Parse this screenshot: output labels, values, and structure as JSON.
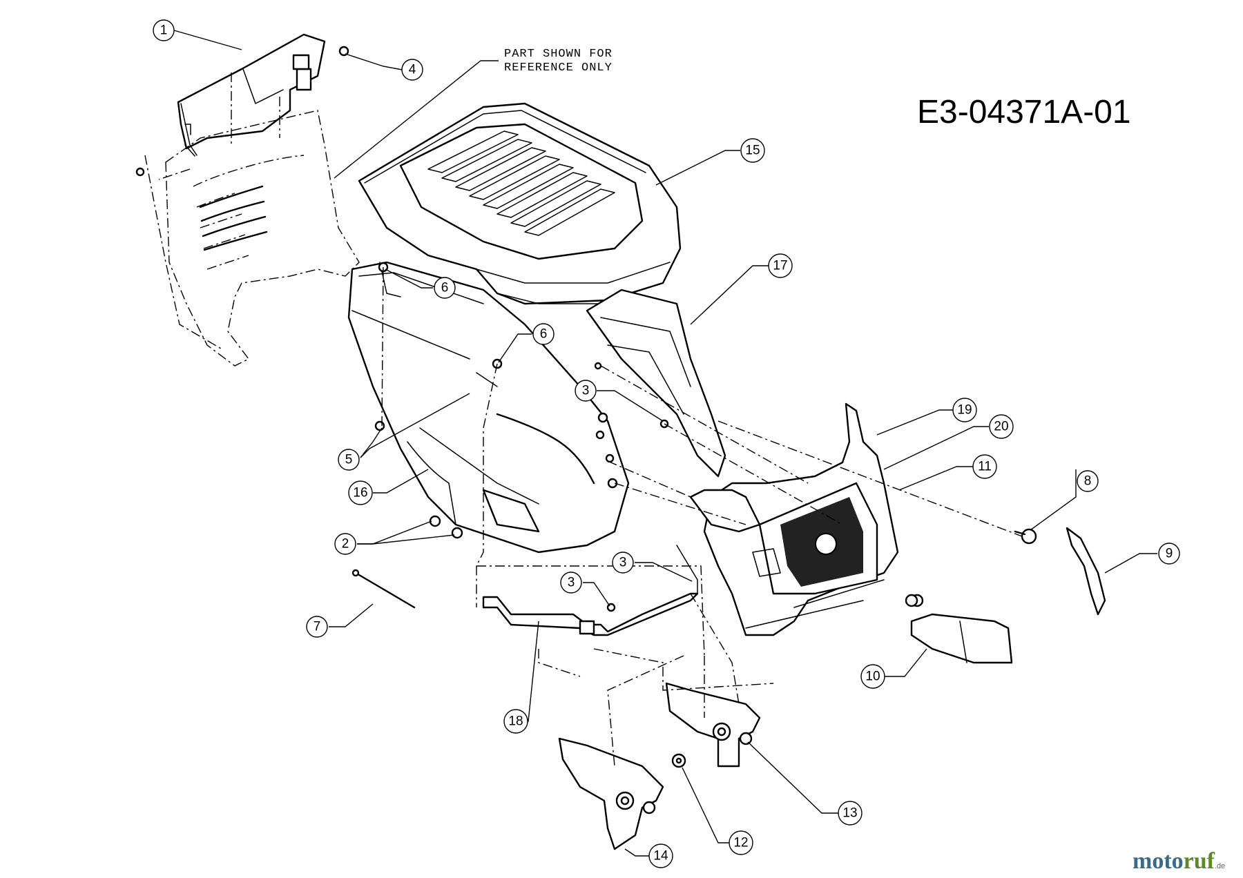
{
  "drawing_id": "E3-04371A-01",
  "reference_note": {
    "line1": "PART SHOWN FOR",
    "line2": "REFERENCE ONLY"
  },
  "callouts": [
    {
      "label": "1"
    },
    {
      "label": "4"
    },
    {
      "label": "15"
    },
    {
      "label": "6"
    },
    {
      "label": "6"
    },
    {
      "label": "17"
    },
    {
      "label": "3"
    },
    {
      "label": "19"
    },
    {
      "label": "20"
    },
    {
      "label": "5"
    },
    {
      "label": "11"
    },
    {
      "label": "8"
    },
    {
      "label": "16"
    },
    {
      "label": "9"
    },
    {
      "label": "2"
    },
    {
      "label": "3"
    },
    {
      "label": "3"
    },
    {
      "label": "7"
    },
    {
      "label": "10"
    },
    {
      "label": "18"
    },
    {
      "label": "13"
    },
    {
      "label": "12"
    },
    {
      "label": "14"
    }
  ],
  "watermark": {
    "part1": "moto",
    "part2": "ruf",
    "suffix": ".de"
  }
}
